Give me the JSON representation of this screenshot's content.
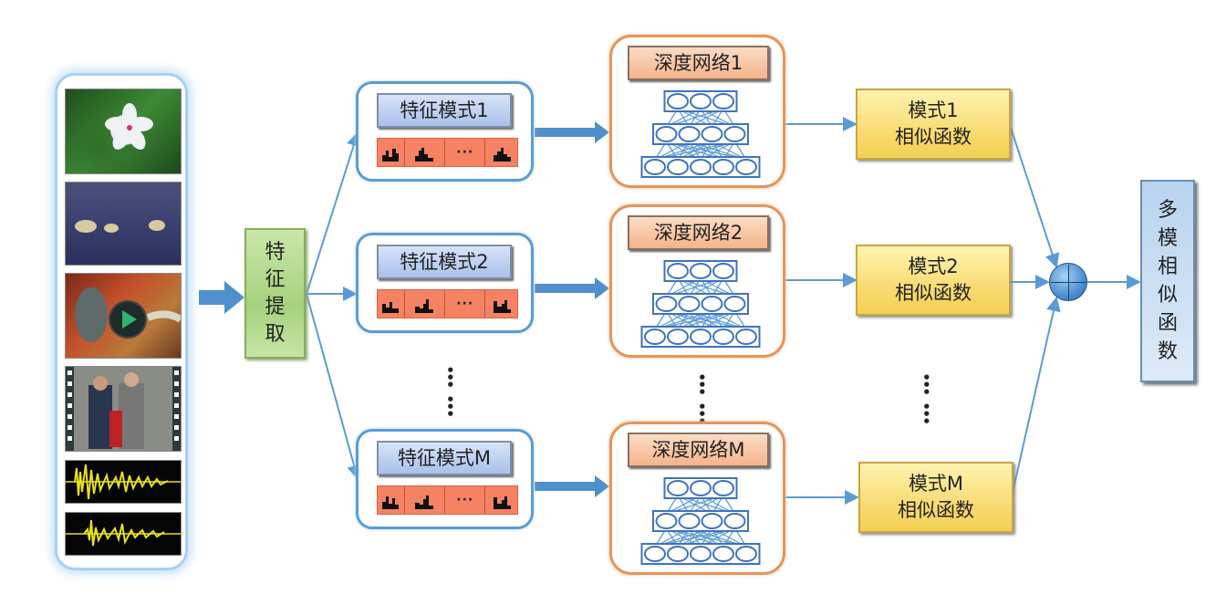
{
  "media": {
    "items": [
      {
        "kind": "image",
        "subject": "white periwinkle flower on green leaves"
      },
      {
        "kind": "image",
        "subject": "polar bears on dark ground"
      },
      {
        "kind": "video",
        "subject": "animated rat character with play button"
      },
      {
        "kind": "video",
        "subject": "two men shaking hands, film strip frame"
      },
      {
        "kind": "audio",
        "subject": "yellow waveform on black"
      },
      {
        "kind": "audio",
        "subject": "yellow waveform on black"
      }
    ]
  },
  "extract": {
    "chars": [
      "特",
      "征",
      "提",
      "取"
    ]
  },
  "branches": [
    {
      "feature": "特征模式1",
      "network": "深度网络1",
      "sim_line1": "模式1",
      "sim_line2": "相似函数"
    },
    {
      "feature": "特征模式2",
      "network": "深度网络2",
      "sim_line1": "模式2",
      "sim_line2": "相似函数"
    },
    {
      "feature": "特征模式M",
      "network": "深度网络M",
      "sim_line1": "模式M",
      "sim_line2": "相似函数"
    }
  ],
  "ellipsis": {
    "inline": "···",
    "vertical": "⋮"
  },
  "combine": {
    "icon": "circle-plus-icon"
  },
  "final": {
    "chars": [
      "多",
      "模",
      "相",
      "似",
      "函",
      "数"
    ]
  },
  "colors": {
    "arrow": "#5b9bd5",
    "feature_border": "#5b9bd5",
    "network_border": "#e8935a",
    "histogram_bg": "#f58263",
    "similarity_fill": "#f7d86a",
    "extract_fill": "#a6d17c",
    "final_fill": "#b8d3ef"
  }
}
